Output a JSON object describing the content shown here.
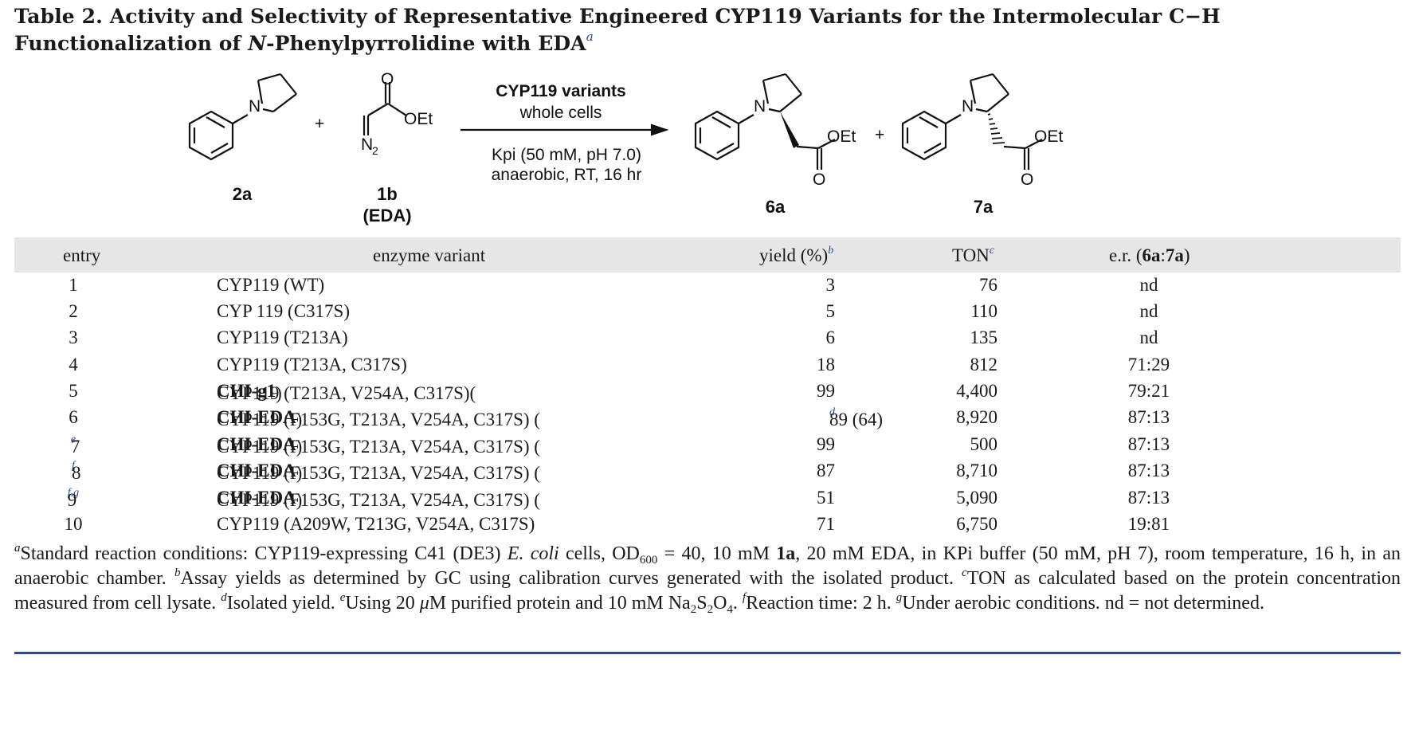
{
  "caption": {
    "label": "Table 2.",
    "text_1": "Activity and Selectivity of Representative Engineered CYP119 Variants for the Intermolecular C−H Functionalization of ",
    "italic_n": "N",
    "text_2": "-Phenylpyrrolidine with EDA",
    "footnote_mark": "a"
  },
  "scheme": {
    "plus_1": "+",
    "plus_2": "+",
    "reactant_1_label": "2a",
    "reactant_2_label": "1b",
    "reactant_2_sublabel": "(EDA)",
    "product_1_label": "6a",
    "product_2_label": "7a",
    "atom_n": "N",
    "atom_o": "O",
    "group_oet": "OEt",
    "diazo": "N",
    "diazo_sub": "2",
    "conditions_above_1": "CYP119 variants",
    "conditions_above_2": "whole cells",
    "conditions_below_1": "Kpi (50 mM, pH 7.0)",
    "conditions_below_2": "anaerobic, RT, 16 hr"
  },
  "table": {
    "headers": {
      "entry": "entry",
      "variant": "enzyme variant",
      "yield": "yield (%)",
      "yield_mark": "b",
      "ton": "TON",
      "ton_mark": "c",
      "er_prefix": "e.r. (",
      "er_bold": "6a",
      "er_colon": ":",
      "er_bold2": "7a",
      "er_suffix": ")"
    },
    "rows": [
      {
        "entry": "1",
        "mark": "",
        "variant": "CYP119 (WT)",
        "variant_bold": "",
        "yield": "3",
        "ton": "76",
        "er": "nd"
      },
      {
        "entry": "2",
        "mark": "",
        "variant": "CYP 119 (C317S)",
        "variant_bold": "",
        "yield": "5",
        "ton": "110",
        "er": "nd"
      },
      {
        "entry": "3",
        "mark": "",
        "variant": "CYP119 (T213A)",
        "variant_bold": "",
        "yield": "6",
        "ton": "135",
        "er": "nd"
      },
      {
        "entry": "4",
        "mark": "",
        "variant": "CYP119 (T213A, C317S)",
        "variant_bold": "",
        "yield": "18",
        "ton": "812",
        "er": "71:29"
      },
      {
        "entry": "5",
        "mark": "",
        "variant": "CYP119 (T213A, V254A, C317S)(",
        "variant_bold": "CHI-g1",
        "variant_end": ")",
        "yield": "99",
        "ton": "4,400",
        "er": "79:21"
      },
      {
        "entry": "6",
        "mark": "",
        "variant": "CYP119 (F153G, T213A, V254A, C317S) (",
        "variant_bold": "CHI-EDA",
        "variant_end": ")",
        "yield": "89 (64)",
        "yield_mark": "d",
        "ton": "8,920",
        "er": "87:13"
      },
      {
        "entry": "7",
        "mark": "e",
        "variant": "CYP119 (F153G, T213A, V254A, C317S)  (",
        "variant_bold": "CHI-EDA",
        "variant_end": ")",
        "yield": "99",
        "ton": "500",
        "er": "87:13"
      },
      {
        "entry": "8",
        "mark": "f",
        "variant": "CYP119 (F153G, T213A, V254A, C317S)  (",
        "variant_bold": "CHI-EDA",
        "variant_end": ")",
        "yield": "87",
        "ton": "8,710",
        "er": "87:13"
      },
      {
        "entry": "9",
        "mark": "f,g",
        "variant": "CYP119 (F153G, T213A, V254A, C317S)  (",
        "variant_bold": "CHI-EDA",
        "variant_end": ")",
        "yield": "51",
        "ton": "5,090",
        "er": "87:13"
      },
      {
        "entry": "10",
        "mark": "",
        "variant": "CYP119 (A209W, T213G, V254A, C317S)",
        "variant_bold": "",
        "yield": "71",
        "ton": "6,750",
        "er": "19:81"
      }
    ]
  },
  "footnotes": {
    "a_mark": "a",
    "a_text_1": "Standard reaction conditions: CYP119-expressing C41 (DE3) ",
    "a_italic": "E. coli",
    "a_text_2": " cells, OD",
    "a_sub": "600",
    "a_text_3": " = 40, 10 mM ",
    "a_bold": "1a",
    "a_text_4": ", 20 mM EDA, in KPi buffer (50 mM, pH 7), room temperature, 16 h, in an anaerobic chamber. ",
    "b_mark": "b",
    "b_text": "Assay yields as determined by GC using calibration curves generated with the isolated product. ",
    "c_mark": "c",
    "c_text": "TON as calculated based on the protein concentration measured from cell lysate. ",
    "d_mark": "d",
    "d_text": "Isolated yield. ",
    "e_mark": "e",
    "e_text_1": "Using 20 ",
    "e_mu": "μ",
    "e_text_2": "M purified protein and 10 mM Na",
    "e_sub_1": "2",
    "e_text_3": "S",
    "e_sub_2": "2",
    "e_text_4": "O",
    "e_sub_3": "4",
    "e_text_5": ". ",
    "f_mark": "f",
    "f_text": "Reaction time: 2 h. ",
    "g_mark": "g",
    "g_text": "Under aerobic conditions. nd = not determined."
  }
}
